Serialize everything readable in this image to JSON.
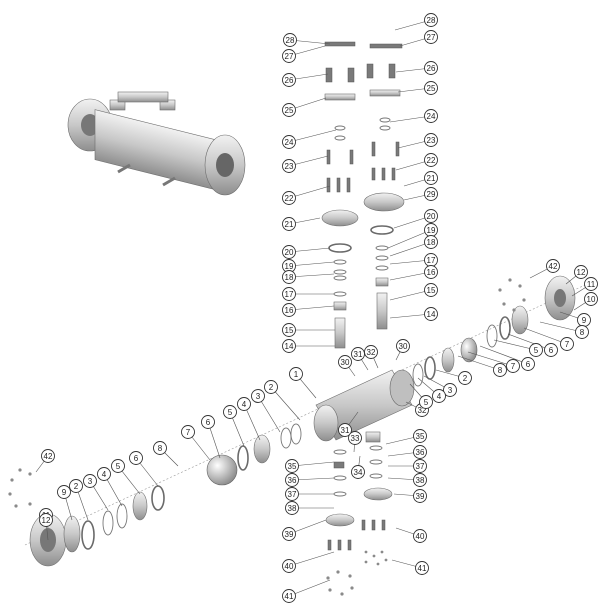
{
  "diagram": {
    "part_labels": [
      "1",
      "2",
      "3",
      "4",
      "5",
      "6",
      "7",
      "8",
      "9",
      "10",
      "11",
      "12",
      "13",
      "14",
      "15",
      "16",
      "17",
      "18",
      "19",
      "20",
      "21",
      "22",
      "23",
      "24",
      "25",
      "26",
      "27",
      "28",
      "29",
      "30",
      "31",
      "32",
      "33",
      "34",
      "35",
      "36",
      "37",
      "38",
      "39",
      "40",
      "41",
      "42"
    ]
  },
  "colors": {
    "metal_light": "#e4e4e4",
    "metal_dark": "#9a9a9a",
    "outline": "#333333"
  }
}
